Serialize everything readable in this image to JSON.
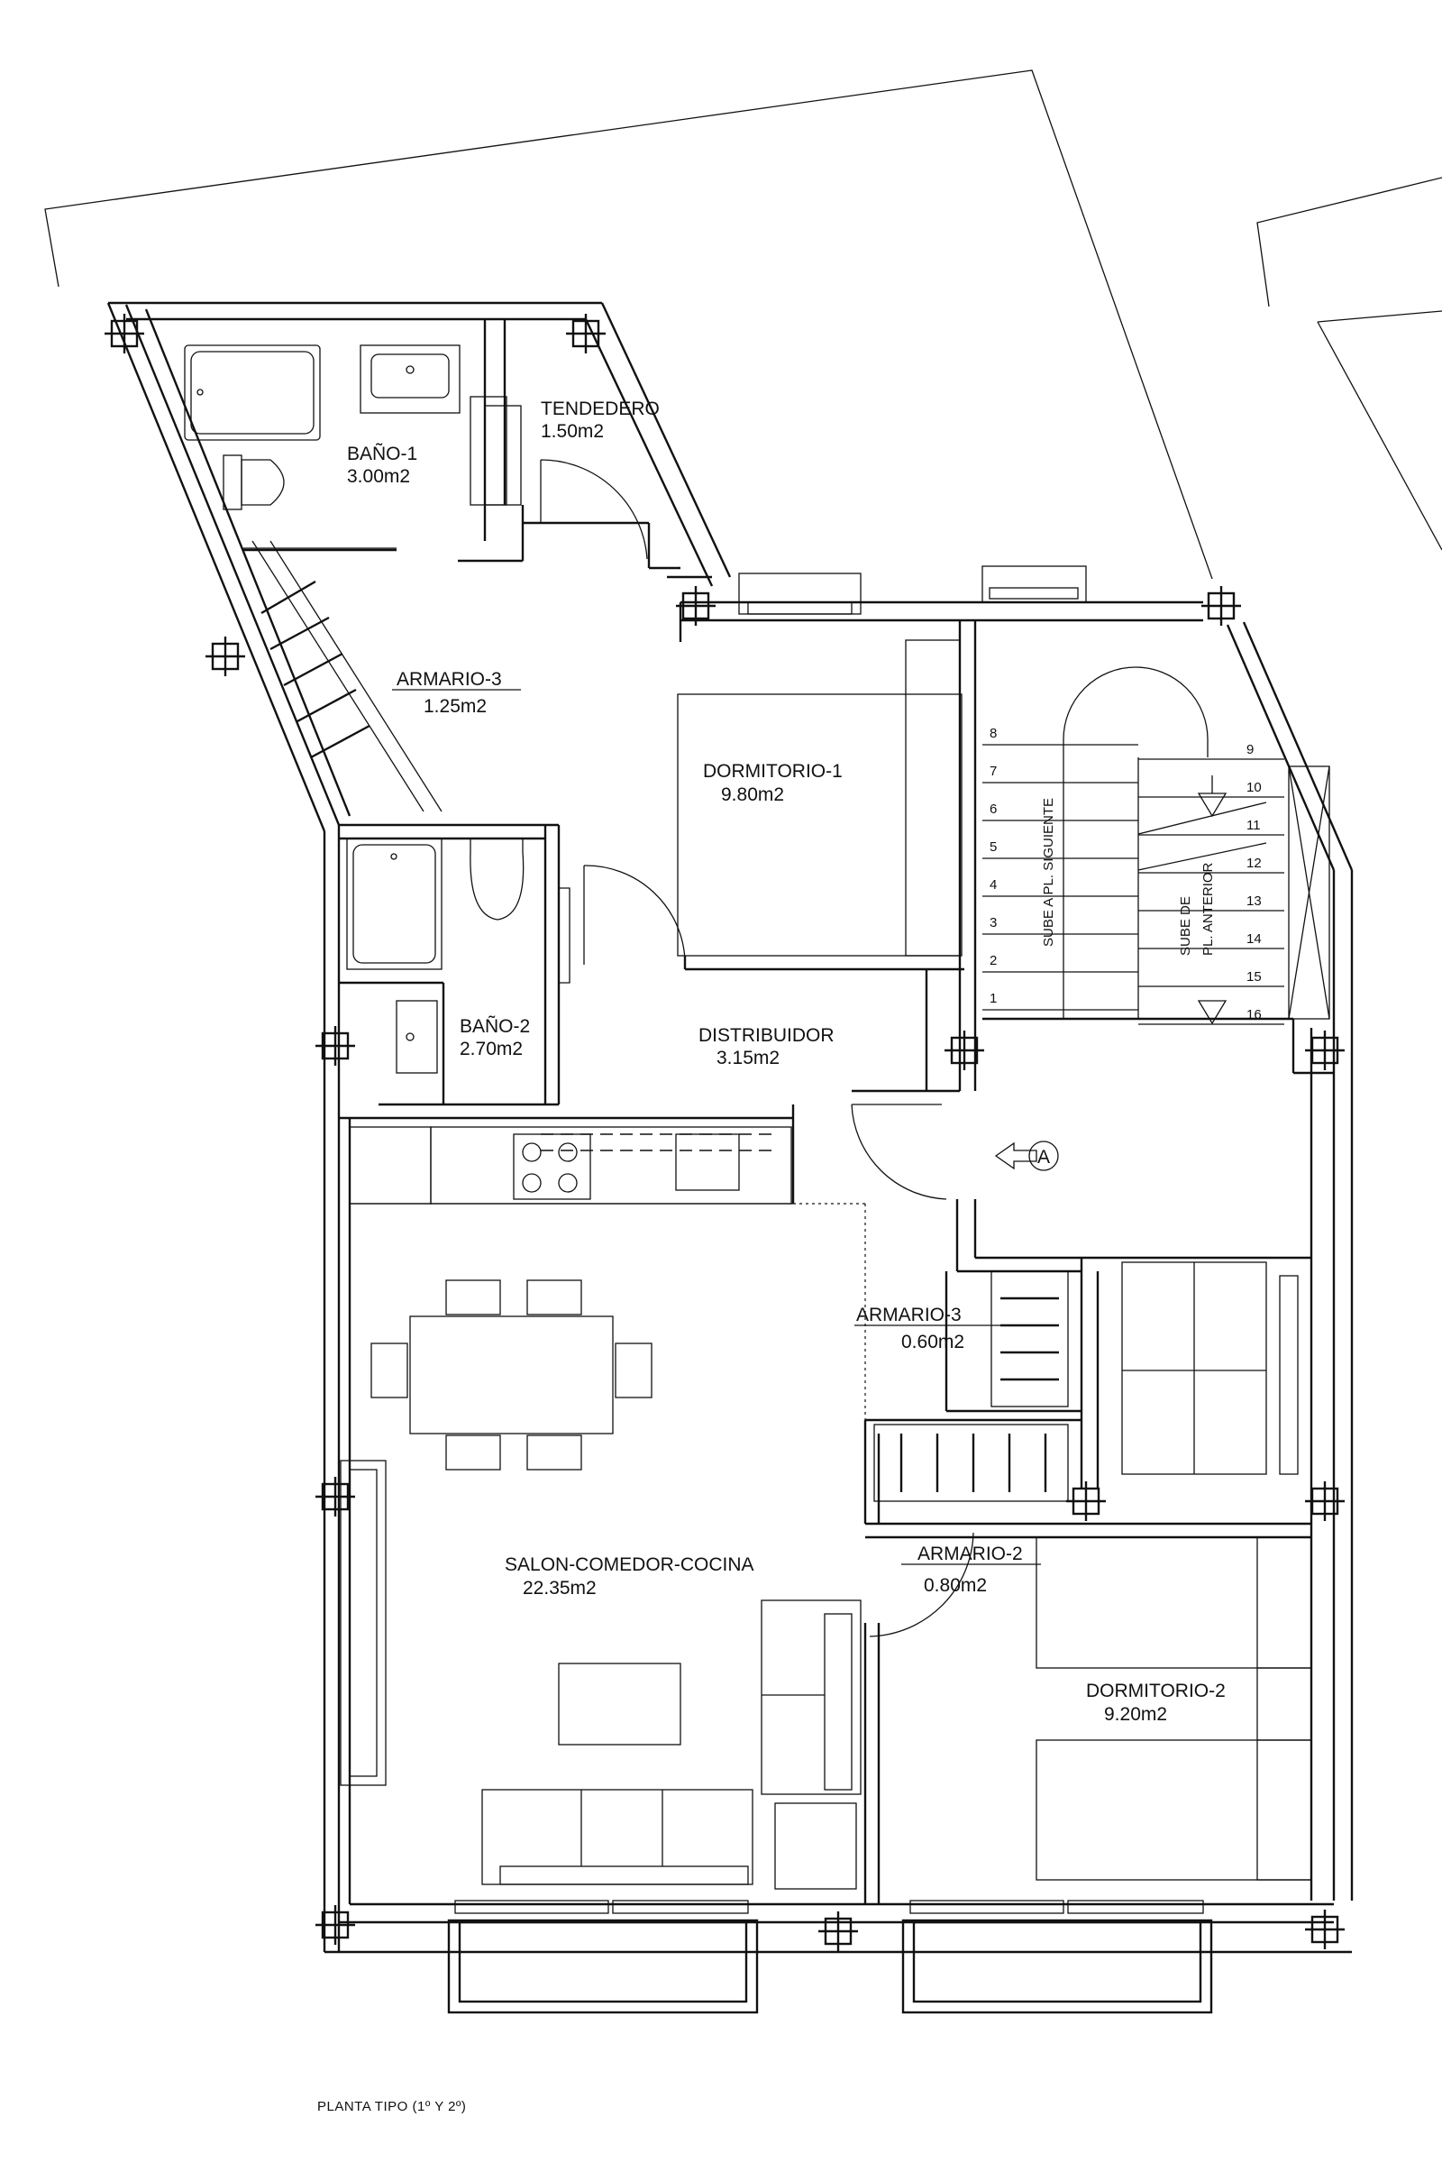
{
  "drawing": {
    "caption": "PLANTA TIPO (1º Y 2º)",
    "entrance_marker": "A"
  },
  "rooms": {
    "bano1": {
      "name": "BAÑO-1",
      "area": "3.00m2"
    },
    "tendedero": {
      "name": "TENDEDERO",
      "area": "1.50m2"
    },
    "armario3_top": {
      "name": "ARMARIO-3",
      "area": "1.25m2"
    },
    "dormitorio1": {
      "name": "DORMITORIO-1",
      "area": "9.80m2"
    },
    "bano2": {
      "name": "BAÑO-2",
      "area": "2.70m2"
    },
    "distribuidor": {
      "name": "DISTRIBUIDOR",
      "area": "3.15m2"
    },
    "armario3_mid": {
      "name": "ARMARIO-3",
      "area": "0.60m2"
    },
    "salon": {
      "name": "SALON-COMEDOR-COCINA",
      "area": "22.35m2"
    },
    "armario2": {
      "name": "ARMARIO-2",
      "area": "0.80m2"
    },
    "dormitorio2": {
      "name": "DORMITORIO-2",
      "area": "9.20m2"
    }
  },
  "stair": {
    "up_label": "SUBE A PL. SIGUIENTE",
    "from_label_1": "SUBE DE",
    "from_label_2": "PL. ANTERIOR",
    "steps": [
      "1",
      "2",
      "3",
      "4",
      "5",
      "6",
      "7",
      "8",
      "9",
      "10",
      "11",
      "12",
      "13",
      "14",
      "15",
      "16"
    ]
  }
}
